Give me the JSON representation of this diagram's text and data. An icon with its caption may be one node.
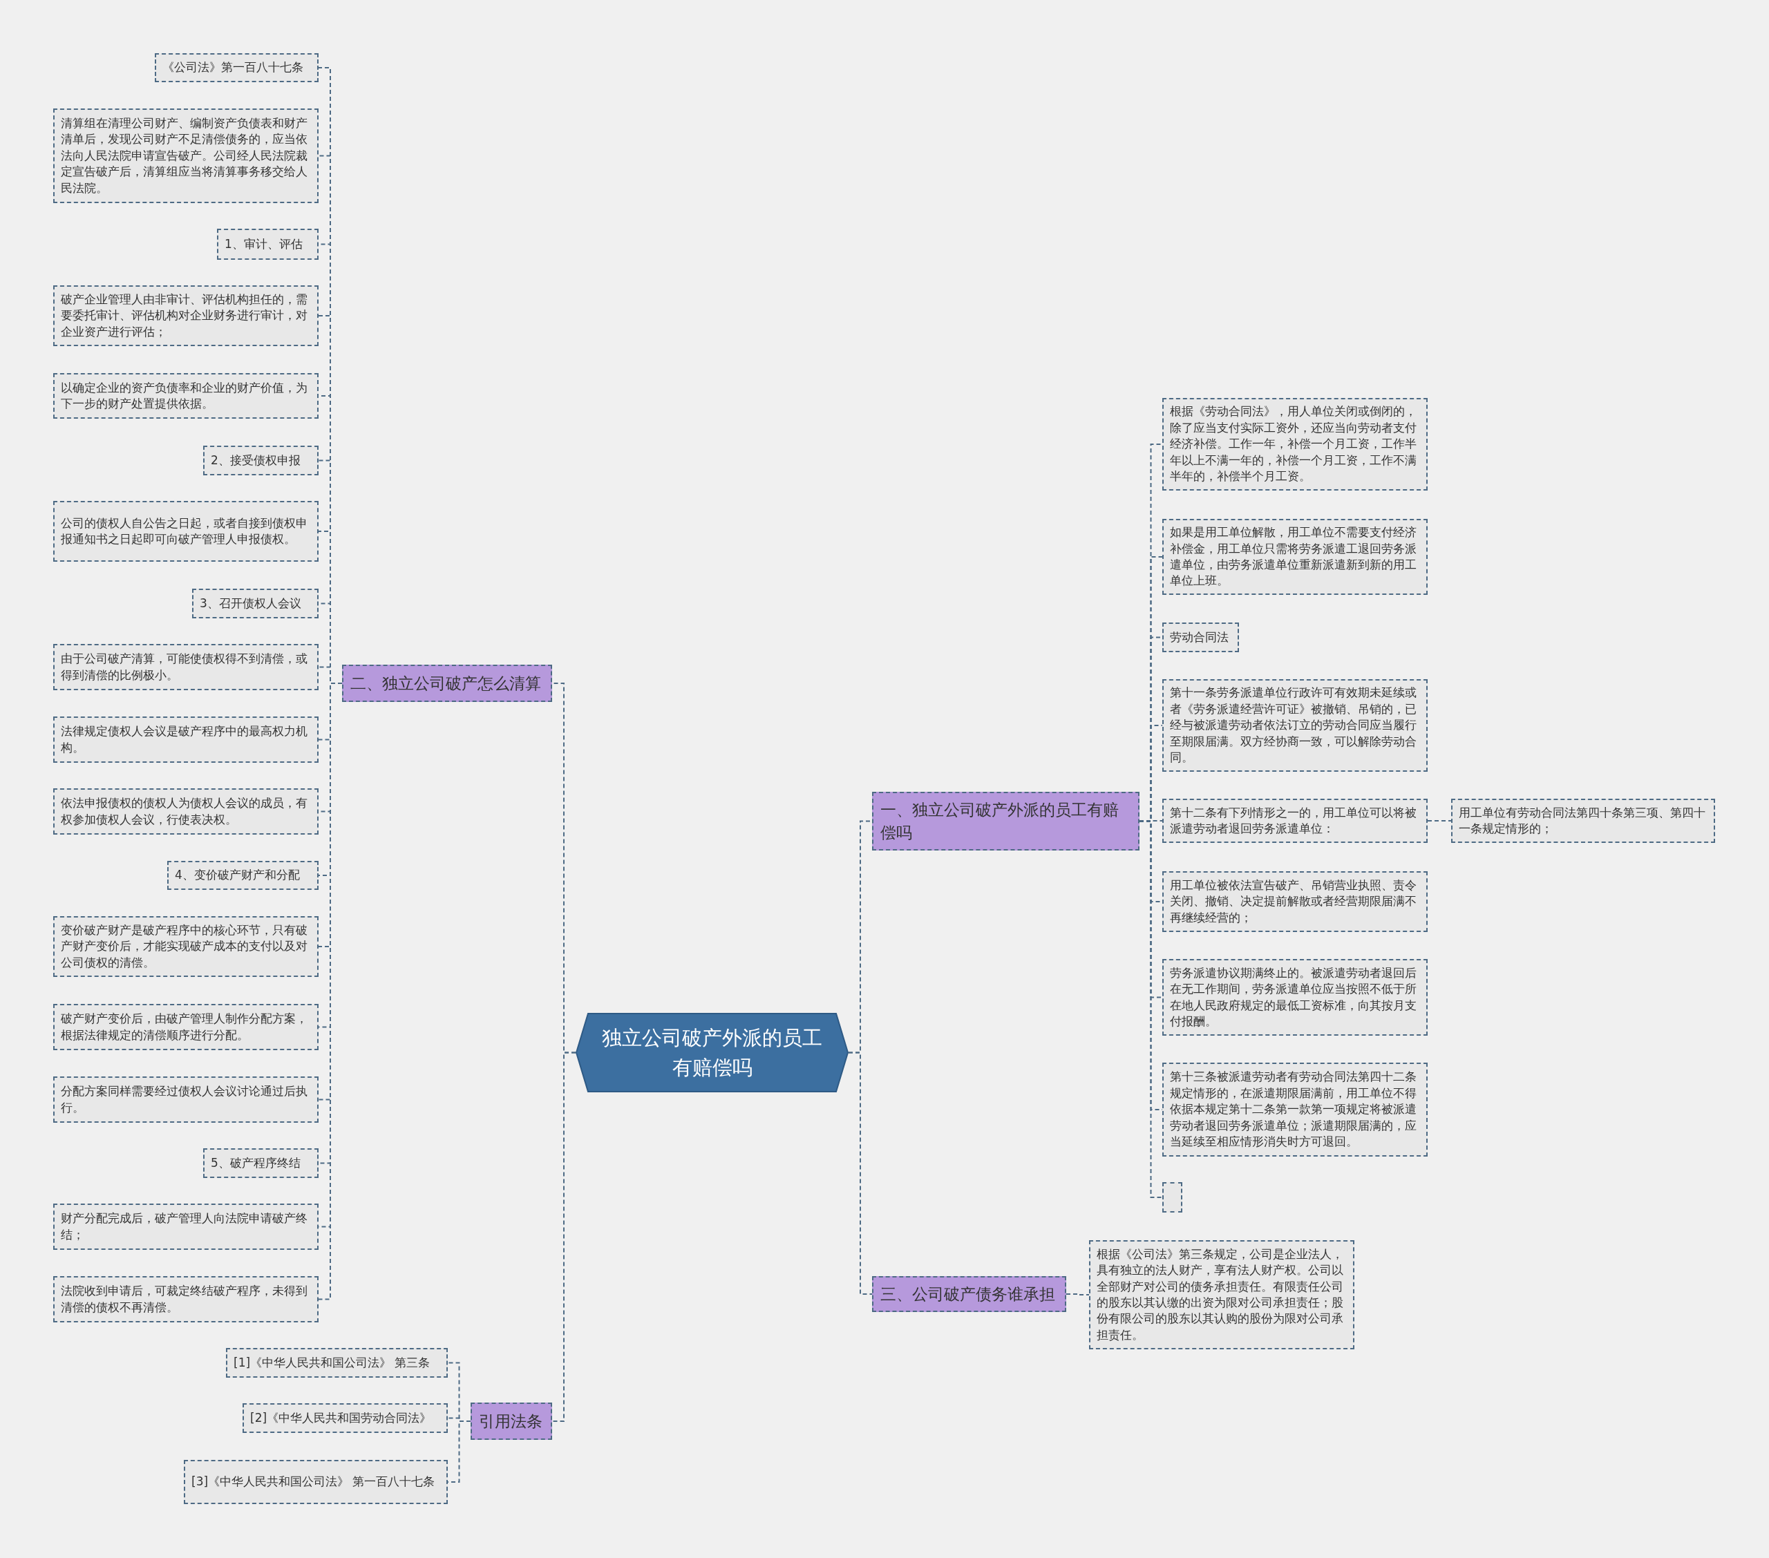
{
  "diagram": {
    "nodes": [
      {
        "text": [
          "独立公司破产外派的员工有赔偿吗"
        ]
      },
      {
        "text": [
          "一、独立公司破产外派的员工有赔偿吗"
        ]
      },
      {
        "text": [
          "根据《劳动合同法》，用人单位关闭或倒闭的，除了应当支付实际工资外，还应当向劳动者支付经济补偿。工作一年，补偿一个月工资，工作半年以上不满一年的，补偿一个月工资，工作不满半年的，补偿半个月工资。"
        ]
      },
      {
        "text": [
          "如果是用工单位解散，用工单位不需要支付经济补偿金，用工单位只需将劳务派遣工退回劳务派遣单位，由劳务派遣单位重新派遣新到新的用工单位上班。"
        ]
      },
      {
        "text": [
          "劳动合同法"
        ]
      },
      {
        "text": [
          "第十一条劳务派遣单位行政许可有效期未延续或者《劳务派遣经营许可证》被撤销、吊销的，已经与被派遣劳动者依法订立的劳动合同应当履行至期限届满。双方经协商一致，可以解除劳动合同。"
        ]
      },
      {
        "text": [
          "第十二条有下列情形之一的，用工单位可以将被派遣劳动者退回劳务派遣单位："
        ]
      },
      {
        "text": [
          "用工单位有劳动合同法第四十条第三项、第四十一条规定情形的；"
        ]
      },
      {
        "text": [
          "用工单位被依法宣告破产、吊销营业执照、责令关闭、撤销、决定提前解散或者经营期限届满不再继续经营的；"
        ]
      },
      {
        "text": [
          "劳务派遣协议期满终止的。被派遣劳动者退回后在无工作期间，劳务派遣单位应当按照不低于所在地人民政府规定的最低工资标准，向其按月支付报酬。"
        ]
      },
      {
        "text": [
          "第十三条被派遣劳动者有劳动合同法第四十二条规定情形的，在派遣期限届满前，用工单位不得依据本规定第十二条第一款第一项规定将被派遣劳动者退回劳务派遣单位；派遣期限届满的，应当延续至相应情形消失时方可退回。"
        ]
      },
      {
        "text": [],
        "shape": "box"
      },
      {
        "text": [
          "二、独立公司破产怎么清算"
        ]
      },
      {
        "text": [
          "《公司法》第一百八十七条"
        ]
      },
      {
        "text": [
          "清算组在清理公司财产、编制资产负债表和财产清单后，发现公司财产不足清偿债务的，应当依法向人民法院申请宣告破产。公司经人民法院裁定宣告破产后，清算组应当将清算事务移交给人民法院。"
        ]
      },
      {
        "text": [
          "1、审计、评估"
        ]
      },
      {
        "text": [
          "破产企业管理人由非审计、评估机构担任的，需要委托审计、评估机构对企业财务进行审计，对企业资产进行评估；"
        ]
      },
      {
        "text": [
          "以确定企业的资产负债率和企业的财产价值，为下一步的财产处置提供依据。"
        ]
      },
      {
        "text": [
          "2、接受债权申报"
        ]
      },
      {
        "text": [
          "公司的债权人自公告之日起，或者自接到债权申报通知书之日起即可向破产管理人申报债权。"
        ]
      },
      {
        "text": [
          "3、召开债权人会议"
        ]
      },
      {
        "text": [
          "由于公司破产清算，可能使债权得不到清偿，或得到清偿的比例极小。"
        ]
      },
      {
        "text": [
          "法律规定债权人会议是破产程序中的最高权力机构。"
        ]
      },
      {
        "text": [
          "依法申报债权的债权人为债权人会议的成员，有权参加债权人会议，行使表决权。"
        ]
      },
      {
        "text": [
          "4、变价破产财产和分配"
        ]
      },
      {
        "text": [
          "变价破产财产是破产程序中的核心环节，只有破产财产变价后，才能实现破产成本的支付以及对公司债权的清偿。"
        ]
      },
      {
        "text": [
          "破产财产变价后，由破产管理人制作分配方案，根据法律规定的清偿顺序进行分配。"
        ]
      },
      {
        "text": [
          "分配方案同样需要经过债权人会议讨论通过后执行。"
        ]
      },
      {
        "text": [
          "5、破产程序终结"
        ]
      },
      {
        "text": [
          "财产分配完成后，破产管理人向法院申请破产终结；"
        ]
      },
      {
        "text": [
          "法院收到申请后，可裁定终结破产程序，未得到清偿的债权不再清偿。"
        ]
      },
      {
        "text": [
          "三、公司破产债务谁承担"
        ]
      },
      {
        "text": [
          "根据《公司法》第三条规定，公司是企业法人，具有独立的法人财产，享有法人财产权。公司以全部财产对公司的债务承担责任。有限责任公司的股东以其认缴的出资为限对公司承担责任；股份有限公司的股东以其认购的股份为限对公司承担责任。"
        ]
      },
      {
        "text": [
          "引用法条"
        ]
      },
      {
        "text": [
          "[1]《中华人民共和国公司法》 第三条"
        ]
      },
      {
        "text": [
          "[2]《中华人民共和国劳动合同法》"
        ]
      },
      {
        "text": [
          "[3]《中华人民共和国公司法》 第一百八十七条"
        ]
      }
    ],
    "edges": [
      {
        "from": 0,
        "to": 1,
        "arrow": "none"
      },
      {
        "from": 1,
        "to": 2,
        "arrow": "none"
      },
      {
        "from": 1,
        "to": 3,
        "arrow": "none"
      },
      {
        "from": 1,
        "to": 4,
        "arrow": "none"
      },
      {
        "from": 1,
        "to": 5,
        "arrow": "none"
      },
      {
        "from": 1,
        "to": 6,
        "arrow": "none"
      },
      {
        "from": 6,
        "to": 7,
        "arrow": "none"
      },
      {
        "from": 1,
        "to": 8,
        "arrow": "none"
      },
      {
        "from": 1,
        "to": 9,
        "arrow": "none"
      },
      {
        "from": 1,
        "to": 10,
        "arrow": "none"
      },
      {
        "from": 1,
        "to": 11,
        "arrow": "none"
      },
      {
        "from": 0,
        "to": 12,
        "arrow": "none"
      },
      {
        "from": 12,
        "to": 13,
        "arrow": "none"
      },
      {
        "from": 12,
        "to": 14,
        "arrow": "none"
      },
      {
        "from": 12,
        "to": 15,
        "arrow": "none"
      },
      {
        "from": 12,
        "to": 16,
        "arrow": "none"
      },
      {
        "from": 12,
        "to": 17,
        "arrow": "none"
      },
      {
        "from": 12,
        "to": 18,
        "arrow": "none"
      },
      {
        "from": 12,
        "to": 19,
        "arrow": "none"
      },
      {
        "from": 12,
        "to": 20,
        "arrow": "none"
      },
      {
        "from": 12,
        "to": 21,
        "arrow": "none"
      },
      {
        "from": 12,
        "to": 22,
        "arrow": "none"
      },
      {
        "from": 12,
        "to": 23,
        "arrow": "none"
      },
      {
        "from": 12,
        "to": 24,
        "arrow": "none"
      },
      {
        "from": 12,
        "to": 25,
        "arrow": "none"
      },
      {
        "from": 12,
        "to": 26,
        "arrow": "none"
      },
      {
        "from": 12,
        "to": 27,
        "arrow": "none"
      },
      {
        "from": 12,
        "to": 28,
        "arrow": "none"
      },
      {
        "from": 12,
        "to": 29,
        "arrow": "none"
      },
      {
        "from": 12,
        "to": 30,
        "arrow": "none"
      },
      {
        "from": 0,
        "to": 31,
        "arrow": "none"
      },
      {
        "from": 31,
        "to": 32,
        "arrow": "none"
      },
      {
        "from": 0,
        "to": 33,
        "arrow": "none"
      },
      {
        "from": 33,
        "to": 34,
        "arrow": "none"
      },
      {
        "from": 33,
        "to": 35,
        "arrow": "none"
      },
      {
        "from": 33,
        "to": 36,
        "arrow": "none"
      }
    ]
  }
}
